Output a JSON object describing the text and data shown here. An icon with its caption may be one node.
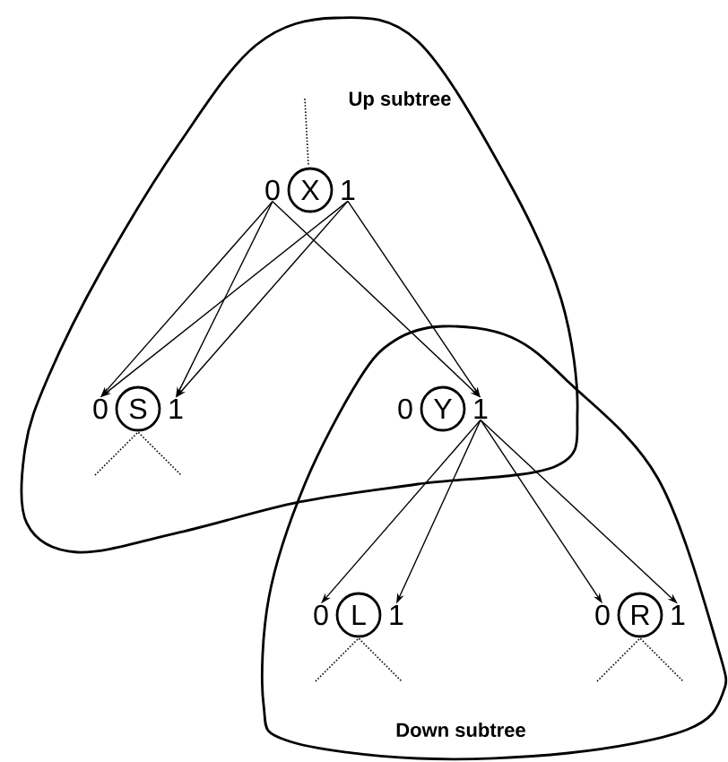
{
  "diagram": {
    "nodes": [
      {
        "text": [
          "Up subtree"
        ]
      },
      {
        "text": [
          "0"
        ],
        "in": 0
      },
      {
        "text": [
          "X"
        ],
        "in": 0
      },
      {
        "text": [
          "1"
        ],
        "in": 0
      },
      {
        "text": [
          "0"
        ],
        "in": 0
      },
      {
        "text": [
          "S"
        ],
        "in": 0
      },
      {
        "text": [
          "1"
        ],
        "in": 0
      },
      {
        "text": [
          "0"
        ]
      },
      {
        "text": [
          "Y"
        ]
      },
      {
        "text": [
          "1"
        ]
      },
      {
        "text": [
          "Down subtree"
        ]
      },
      {
        "text": [
          "0"
        ],
        "in": 10
      },
      {
        "text": [
          "L"
        ],
        "in": 10
      },
      {
        "text": [
          "1"
        ],
        "in": 10
      },
      {
        "text": [
          "0"
        ],
        "in": 10
      },
      {
        "text": [
          "R"
        ],
        "in": 10
      },
      {
        "text": [
          "1"
        ],
        "in": 10
      }
    ],
    "edges": [
      {
        "from": 1,
        "to": 4,
        "arrow": "to"
      },
      {
        "from": 1,
        "to": 6,
        "arrow": "to"
      },
      {
        "from": 1,
        "to": 9,
        "arrow": "to"
      },
      {
        "from": 3,
        "to": 4,
        "arrow": "to"
      },
      {
        "from": 3,
        "to": 6,
        "arrow": "to"
      },
      {
        "from": 3,
        "to": 9,
        "arrow": "to"
      },
      {
        "from": 9,
        "to": 11,
        "arrow": "to"
      },
      {
        "from": 9,
        "to": 13,
        "arrow": "to"
      },
      {
        "from": 9,
        "to": 14,
        "arrow": "to"
      },
      {
        "from": 9,
        "to": 16,
        "arrow": "to"
      }
    ]
  }
}
